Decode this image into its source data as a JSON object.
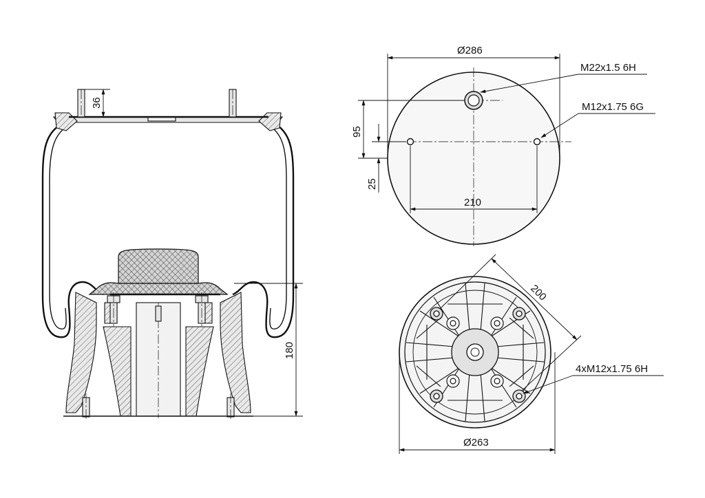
{
  "dimensions": {
    "stud_height": "36",
    "piston_height": "180",
    "top_plate_diameter": "Ø286",
    "center_port_thread": "M22x1.5 6H",
    "top_stud_thread": "M12x1.75 6G",
    "port_offset": "95",
    "stud_offset": "25",
    "stud_spacing": "210",
    "bolt_square": "200",
    "bottom_thread": "4xM12x1.75 6H",
    "piston_diameter": "Ø263"
  },
  "colors": {
    "line": "#111111",
    "background": "#ffffff",
    "fill": "#e6e6e6"
  }
}
